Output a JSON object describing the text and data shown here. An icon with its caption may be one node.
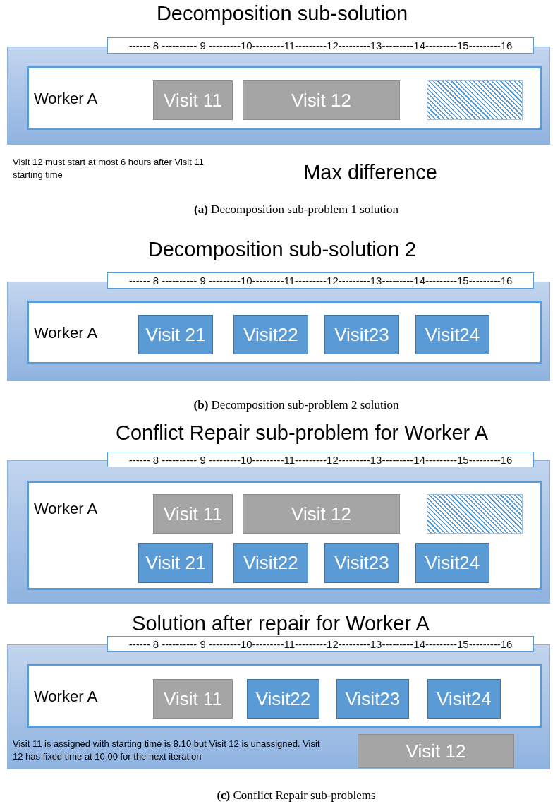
{
  "diagram": {
    "nodes": [
      {
        "text": [
          "------ 8 ---------- 9 ---------10---------11---------12---------13---------14---------15---------16"
        ]
      },
      {
        "text": [],
        "shape": "box"
      },
      {
        "text": [
          "Worker A"
        ],
        "in": 1
      },
      {
        "text": [
          "Visit 11"
        ],
        "in": 2
      },
      {
        "text": [
          "Visit 12"
        ],
        "in": 2
      },
      {
        "text": [],
        "shape": "box",
        "in": 2
      },
      {
        "text": [
          "------ 8 ---------- 9 ---------10---------11---------12---------13---------14---------15---------16"
        ]
      },
      {
        "text": [],
        "shape": "box"
      },
      {
        "text": [
          "Worker A"
        ],
        "in": 7
      },
      {
        "text": [
          "Visit 21"
        ],
        "in": 8
      },
      {
        "text": [
          "Visit22"
        ],
        "in": 8
      },
      {
        "text": [
          "Visit23"
        ],
        "in": 8
      },
      {
        "text": [
          "Visit24"
        ],
        "in": 8
      },
      {
        "text": [
          "------ 8 ---------- 9 ---------10---------11---------12---------13---------14---------15---------16"
        ]
      },
      {
        "text": [],
        "shape": "box"
      },
      {
        "text": [
          "Worker A"
        ],
        "in": 14
      },
      {
        "text": [
          "Visit 11"
        ],
        "in": 15
      },
      {
        "text": [
          "Visit 12"
        ],
        "in": 15
      },
      {
        "text": [],
        "shape": "box",
        "in": 15
      },
      {
        "text": [
          "Visit 21"
        ],
        "in": 15
      },
      {
        "text": [
          "Visit22"
        ],
        "in": 15
      },
      {
        "text": [
          "Visit23"
        ],
        "in": 15
      },
      {
        "text": [
          "Visit24"
        ],
        "in": 15
      },
      {
        "text": [
          "------ 8 ---------- 9 ---------10---------11---------12---------13---------14---------15---------16"
        ]
      },
      {
        "text": [],
        "shape": "box"
      },
      {
        "text": [
          "Worker A"
        ],
        "in": 24
      },
      {
        "text": [
          "Visit 11"
        ],
        "in": 25
      },
      {
        "text": [
          "Visit22"
        ],
        "in": 25
      },
      {
        "text": [
          "Visit23"
        ],
        "in": 25
      },
      {
        "text": [
          "Visit24"
        ],
        "in": 25
      },
      {
        "text": [
          "Visit 12"
        ],
        "in": 24
      }
    ],
    "labels": [
      "Decomposition sub-solution",
      "Visit 12 must start at most 6 hours after Visit 11 starting time",
      "Max difference",
      "**(a)** Decomposition sub-problem 1 solution",
      "Decomposition sub-solution 2",
      "**(b)** Decomposition sub-problem 2 solution",
      "Conflict Repair sub-problem for Worker A",
      "Solution after repair for Worker A",
      "Visit 11 is assigned with starting time is 8.10 but Visit 12 is unassigned. Visit 12 has fixed time at 10.00 for the next iteration",
      "**(c)** Conflict Repair sub-problems"
    ]
  }
}
